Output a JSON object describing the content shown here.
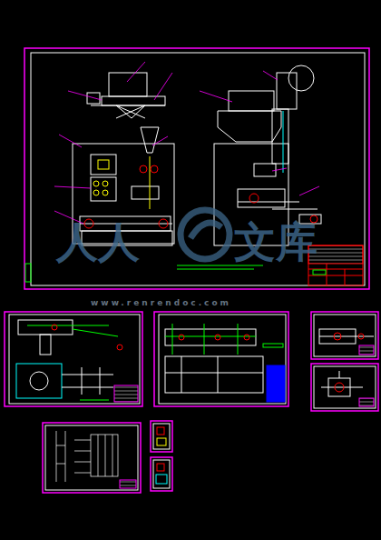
{
  "diagram": {
    "labels": [
      "人人",
      "文库",
      "www.renrendoc.com"
    ]
  }
}
